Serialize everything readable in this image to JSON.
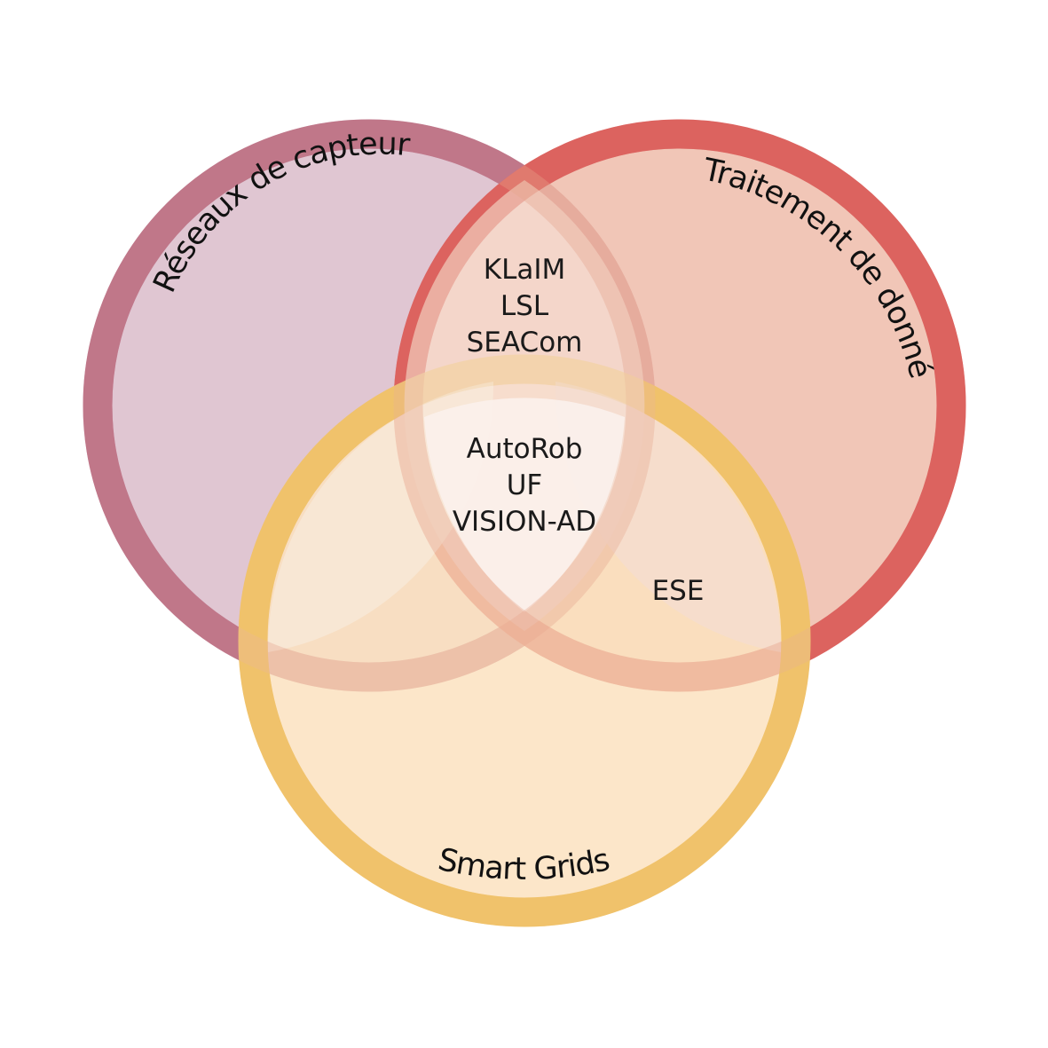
{
  "circles": {
    "sensors": {
      "label": "Réseaux de capteurs",
      "ring_color": "#ab5c86",
      "fill_color": "#dbbcca"
    },
    "data": {
      "label": "Traitement de données",
      "ring_color": "#d7424a",
      "fill_color": "#efbcaa"
    },
    "grids": {
      "label": "Smart Grids",
      "ring_color": "#f0bb4a",
      "fill_color": "#fbe2c0"
    }
  },
  "regions": {
    "sensors_data": [
      "KLaIM",
      "LSL",
      "SEACom"
    ],
    "all_three": [
      "AutoRob",
      "UF",
      "VISION-AD"
    ],
    "data_grids": [
      "ESE"
    ]
  }
}
